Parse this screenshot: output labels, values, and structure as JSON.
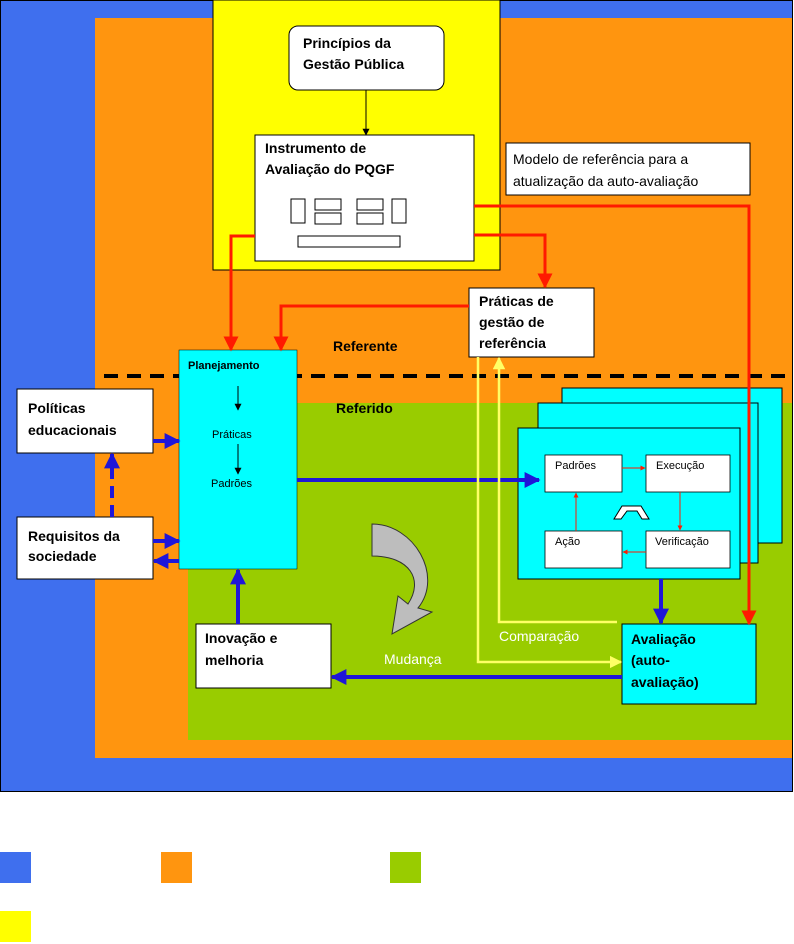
{
  "colors": {
    "outer": "#3F6FEE",
    "referente_zone": "#FF950F",
    "pqgf_zone": "#FFFF00",
    "referido_zone": "#99CC00",
    "cycle_box": "#00FFFF",
    "red_arrow": "#FF1A00",
    "blue_arrow": "#1F16D8",
    "yellow_arrow": "#FFFF66"
  },
  "nodes": {
    "principios": [
      "Princípios da",
      "Gestão Pública"
    ],
    "instrumento": [
      "Instrumento de",
      "Avaliação do PQGF"
    ],
    "modelo": [
      "Modelo de referência para a",
      "atualização da auto-avaliação"
    ],
    "praticas_ref": [
      "Práticas de",
      "gestão de",
      "referência"
    ],
    "politicas": [
      "Políticas",
      "educacionais"
    ],
    "requisitos": [
      "Requisitos da",
      "sociedade"
    ],
    "planejamento": {
      "title": "Planejamento",
      "praticas": "Práticas",
      "padroes": "Padrões"
    },
    "inovacao": [
      "Inovação e",
      "melhoria"
    ],
    "avaliacao": [
      "Avaliação",
      "(auto-",
      "avaliação)"
    ],
    "cycle": {
      "padroes": "Padrões",
      "execucao": "Execução",
      "acao": "Ação",
      "verificacao": "Verificação"
    }
  },
  "zone_labels": {
    "referente": "Referente",
    "referido": "Referido"
  },
  "edge_labels": {
    "comparacao": "Comparação",
    "mudanca": "Mudança"
  },
  "legend": [
    {
      "color": "#3F6FEE",
      "label": ""
    },
    {
      "color": "#FF950F",
      "label": ""
    },
    {
      "color": "#99CC00",
      "label": ""
    },
    {
      "color": "#FFFF00",
      "label": ""
    }
  ]
}
